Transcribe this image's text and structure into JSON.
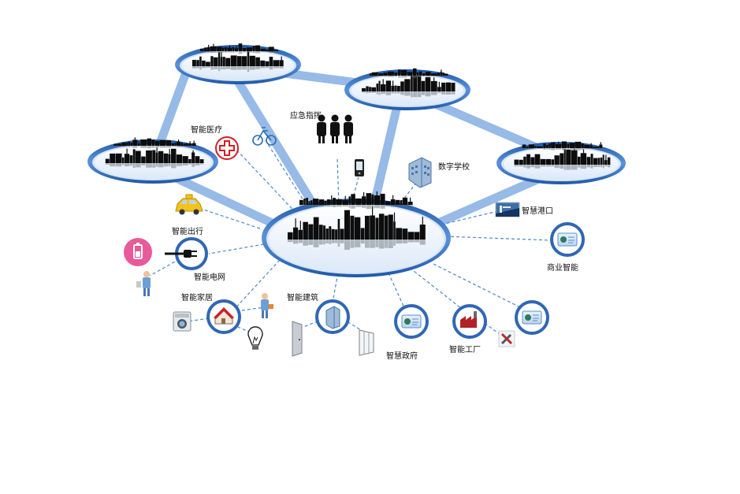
{
  "labels": {
    "medical": "智能医疗",
    "emergency": "应急指挥",
    "school": "数字学校",
    "travel": "智能出行",
    "grid": "智能电网",
    "port": "智慧港口",
    "commerce": "商业智能",
    "home": "智能家居",
    "building": "智能建筑",
    "government": "智慧政府",
    "factory": "智能工厂"
  },
  "icons": {
    "medical": "red-cross-icon",
    "bicycle": "bicycle-icon",
    "people": "people-icon",
    "phone": "mobile-phone-icon",
    "school": "school-building-icon",
    "taxi": "taxi-icon",
    "battery": "battery-icon",
    "plug": "power-plug-icon",
    "worker": "worker-icon",
    "port": "port-icon",
    "commerce": "globe-card-icon",
    "washer": "washing-machine-icon",
    "house": "house-icon",
    "bulb": "light-bulb-icon",
    "door": "door-icon",
    "tower": "office-tower-icon",
    "window": "window-icon",
    "government": "globe-card-icon",
    "factory": "factory-icon",
    "tools": "tools-icon",
    "extra": "globe-card-icon"
  },
  "colors": {
    "ring_dark": "#2f67b4",
    "ring_light": "#a9c6ec",
    "link": "#7fa8de",
    "dash": "#4f86c9",
    "skyline": "#0d0d0d"
  }
}
